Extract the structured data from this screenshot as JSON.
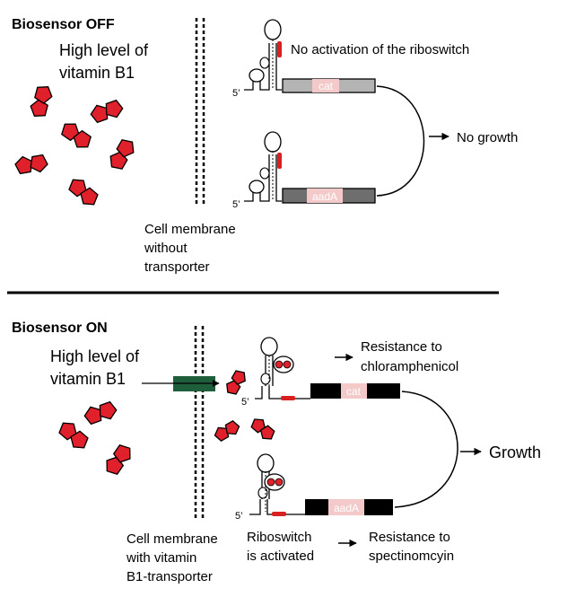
{
  "colors": {
    "molecule": "#e0202a",
    "molecule_outline": "#000000",
    "transporter": "#1e5e3a",
    "gene_off_top": "#b4b4b4",
    "gene_off_bottom": "#6e6e6e",
    "gene_on": "#000000",
    "gene_label_bg": "#f4c9c9",
    "switch_mark": "#d82020"
  },
  "off_panel": {
    "heading": "Biosensor OFF",
    "vitamin_line1": "High level of",
    "vitamin_line2": "vitamin B1",
    "switch_status": "No activation of the riboswitch",
    "gene_top": "cat",
    "gene_bottom": "aadA",
    "five_prime": "5’",
    "outcome": "No growth",
    "membrane_line1": "Cell membrane",
    "membrane_line2": "without",
    "membrane_line3": "transporter"
  },
  "on_panel": {
    "heading": "Biosensor ON",
    "vitamin_line1": "High level of",
    "vitamin_line2": "vitamin B1",
    "resistance_top_line1": "Resistance to",
    "resistance_top_line2": "chloramphenicol",
    "gene_top": "cat",
    "gene_bottom": "aadA",
    "five_prime": "5’",
    "outcome": "Growth",
    "membrane_line1": "Cell membrane",
    "membrane_line2": "with vitamin",
    "membrane_line3": "B1-transporter",
    "switch_line1": "Riboswitch",
    "switch_line2": "is activated",
    "resistance_bottom_line1": "Resistance to",
    "resistance_bottom_line2": "spectinomcyin"
  }
}
